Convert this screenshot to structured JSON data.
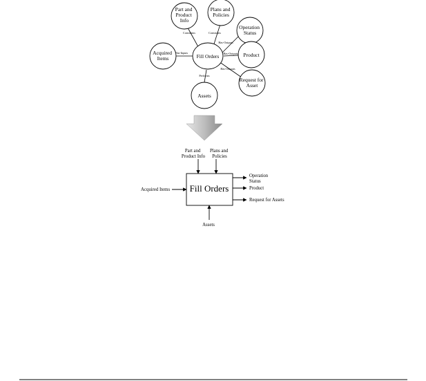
{
  "semantic_network": {
    "central_node": {
      "label": "Fill Orders"
    },
    "nodes": [
      {
        "id": "part-info",
        "lines": [
          "Part and",
          "Product",
          "Info"
        ]
      },
      {
        "id": "plans",
        "lines": [
          "Plans and",
          "Policies"
        ]
      },
      {
        "id": "op-status",
        "lines": [
          "Operation",
          "Status"
        ]
      },
      {
        "id": "acquired",
        "lines": [
          "Acquired",
          "Items"
        ]
      },
      {
        "id": "product",
        "lines": [
          "Product"
        ]
      },
      {
        "id": "request",
        "lines": [
          "Request for",
          "Asset"
        ]
      },
      {
        "id": "assets",
        "lines": [
          "Assets"
        ]
      }
    ],
    "edge_labels": {
      "part-info": "Constrains",
      "plans": "Constrains",
      "acquired": "Has-Inputs",
      "op-status": "Has-Outputs",
      "product": "Has-Outputs",
      "request": "Has-Outputs",
      "assets": "Performs"
    }
  },
  "idef0": {
    "function_title": "Fill Orders",
    "controls": [
      {
        "id": "part-info",
        "lines": [
          "Part and",
          "Product Info"
        ]
      },
      {
        "id": "plans",
        "lines": [
          "Plans and",
          "Policies"
        ]
      }
    ],
    "inputs": [
      {
        "id": "acquired",
        "label": "Acquired Items"
      }
    ],
    "outputs": [
      {
        "id": "op-status",
        "lines": [
          "Operation",
          "Status"
        ]
      },
      {
        "id": "product",
        "lines": [
          "Product"
        ]
      },
      {
        "id": "request",
        "lines": [
          "Request for Assets"
        ]
      }
    ],
    "mechanisms": [
      {
        "id": "assets",
        "label": "Assets"
      }
    ]
  },
  "colors": {
    "line": "#000000",
    "arrow_fill_light": "#cfcfcf",
    "arrow_fill_dark": "#8a8a8a"
  }
}
